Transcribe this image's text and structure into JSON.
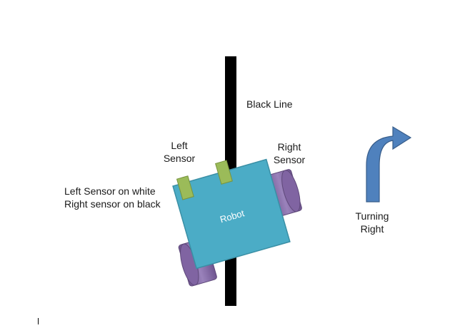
{
  "labels": {
    "black_line": "Black Line",
    "left_sensor_line1": "Left",
    "left_sensor_line2": "Sensor",
    "right_sensor_line1": "Right",
    "right_sensor_line2": "Sensor",
    "status_line1": "Left Sensor on white",
    "status_line2": "Right sensor on black",
    "robot": "Robot",
    "turning_line1": "Turning",
    "turning_line2": "Right"
  },
  "colors": {
    "line": "#000000",
    "robot_body": "#4bacc6",
    "robot_border": "#3a8fa5",
    "sensor": "#9bbb59",
    "sensor_border": "#77933c",
    "wheel": "#8064a2",
    "wheel_dark": "#5f497a",
    "arrow": "#4f81bd",
    "arrow_border": "#385d8a"
  }
}
